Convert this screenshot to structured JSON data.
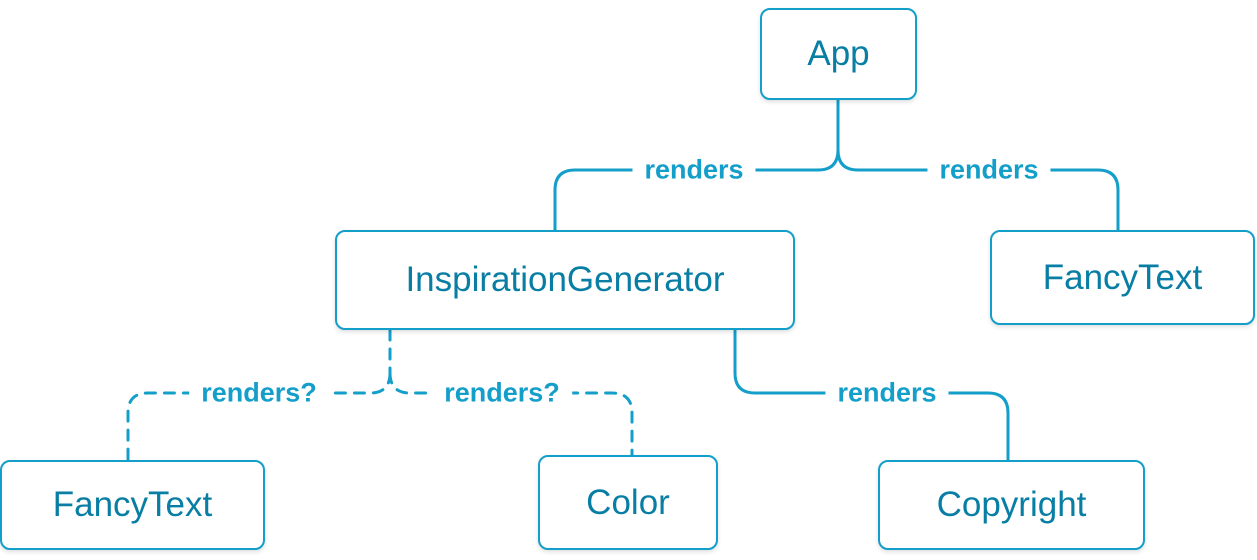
{
  "colors": {
    "node_text": "#087ea4",
    "node_border": "#149eca",
    "line": "#149eca",
    "edge_label_text": "#149eca",
    "node_background": "#ffffff"
  },
  "diagram": {
    "nodes": {
      "app": {
        "label": "App"
      },
      "inspiration_generator": {
        "label": "InspirationGenerator"
      },
      "fancy_text_top": {
        "label": "FancyText"
      },
      "fancy_text_bottom": {
        "label": "FancyText"
      },
      "color": {
        "label": "Color"
      },
      "copyright": {
        "label": "Copyright"
      }
    },
    "edges": [
      {
        "from": "App",
        "to": "InspirationGenerator",
        "label": "renders",
        "style": "solid"
      },
      {
        "from": "App",
        "to": "FancyText",
        "label": "renders",
        "style": "solid"
      },
      {
        "from": "InspirationGenerator",
        "to": "FancyText",
        "label": "renders?",
        "style": "dashed"
      },
      {
        "from": "InspirationGenerator",
        "to": "Color",
        "label": "renders?",
        "style": "dashed"
      },
      {
        "from": "InspirationGenerator",
        "to": "Copyright",
        "label": "renders",
        "style": "solid"
      }
    ]
  }
}
